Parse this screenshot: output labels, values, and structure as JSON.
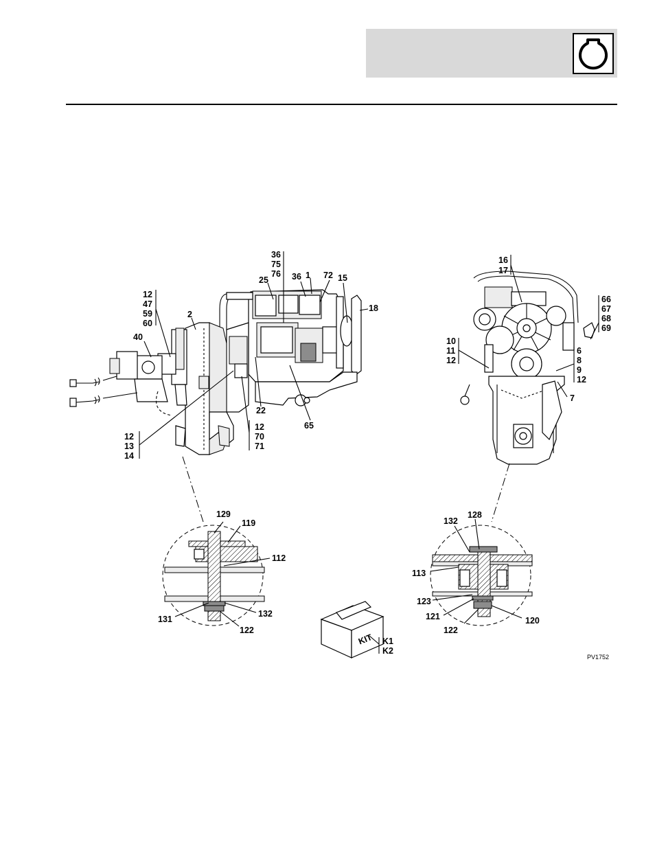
{
  "header": {
    "icon": "engine-icon"
  },
  "figure": {
    "reference": "PV1752",
    "labels": {
      "l36a": "36",
      "l75": "75",
      "l76": "76",
      "l1": "1",
      "l36b": "36",
      "l72": "72",
      "l15": "15",
      "l25": "25",
      "l18": "18",
      "l12a": "12",
      "l47": "47",
      "l59": "59",
      "l60": "60",
      "l2": "2",
      "l40": "40",
      "l22": "22",
      "l65": "65",
      "l12b": "12",
      "l70": "70",
      "l71": "71",
      "l12c": "12",
      "l13": "13",
      "l14": "14",
      "l16": "16",
      "l17": "17",
      "l66": "66",
      "l67": "67",
      "l68": "68",
      "l69": "69",
      "l10": "10",
      "l11": "11",
      "l12d": "12",
      "l6": "6",
      "l8": "8",
      "l9": "9",
      "l12e": "12",
      "l7": "7",
      "l129": "129",
      "l119": "119",
      "l112": "112",
      "l131": "131",
      "l132a": "132",
      "l122a": "122",
      "l132b": "132",
      "l128": "128",
      "l113": "113",
      "l123": "123",
      "l121": "121",
      "l122b": "122",
      "l120": "120",
      "kit_text": "KIT",
      "k1": "K1",
      "k2": "K2"
    }
  }
}
